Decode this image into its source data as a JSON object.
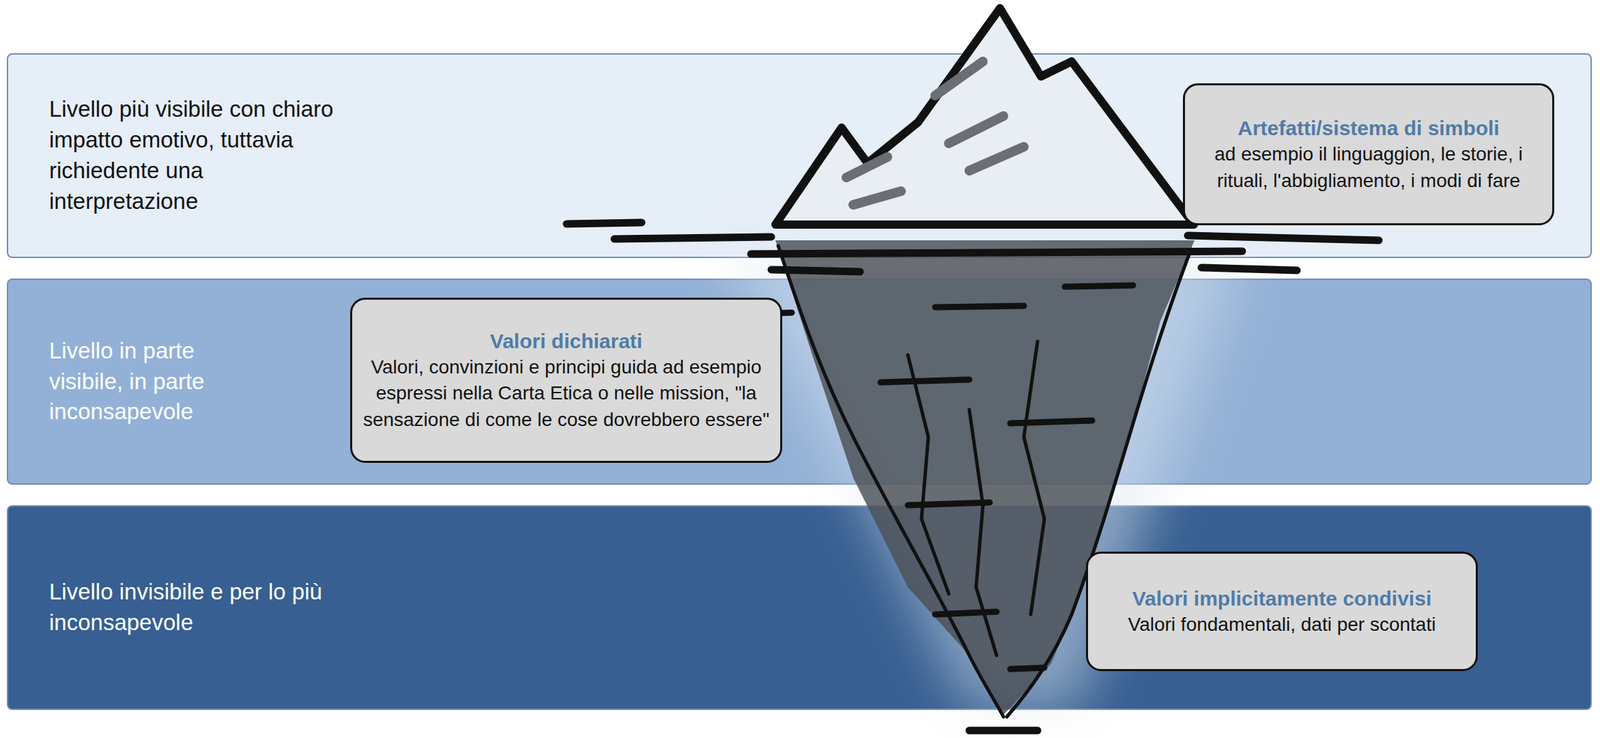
{
  "diagram": {
    "nodes": [
      {
        "text": [
          "Livello più visibile con chiaro impatto emotivo, tuttavia richiedente una interpretazione"
        ]
      },
      {
        "text": [
          "Artefatti/sistema di simboli",
          "ad esempio il linguaggion, le storie, i rituali, l'abbigliamento, i modi di fare"
        ],
        "in": 0
      },
      {
        "text": [
          "Livello in parte visibile, in parte inconsapevole"
        ]
      },
      {
        "text": [
          "Valori dichiarati",
          "Valori, convinzioni e principi guida ad esempio espressi nella Carta Etica o nelle mission, \"la sensazione di come le cose dovrebbero essere\""
        ],
        "in": 2
      },
      {
        "text": [
          "Livello invisibile e per lo più inconsapevole"
        ]
      },
      {
        "text": [
          "Valori implicitamente condivisi",
          "Valori fondamentali, dati per scontati"
        ],
        "in": 4
      }
    ]
  }
}
